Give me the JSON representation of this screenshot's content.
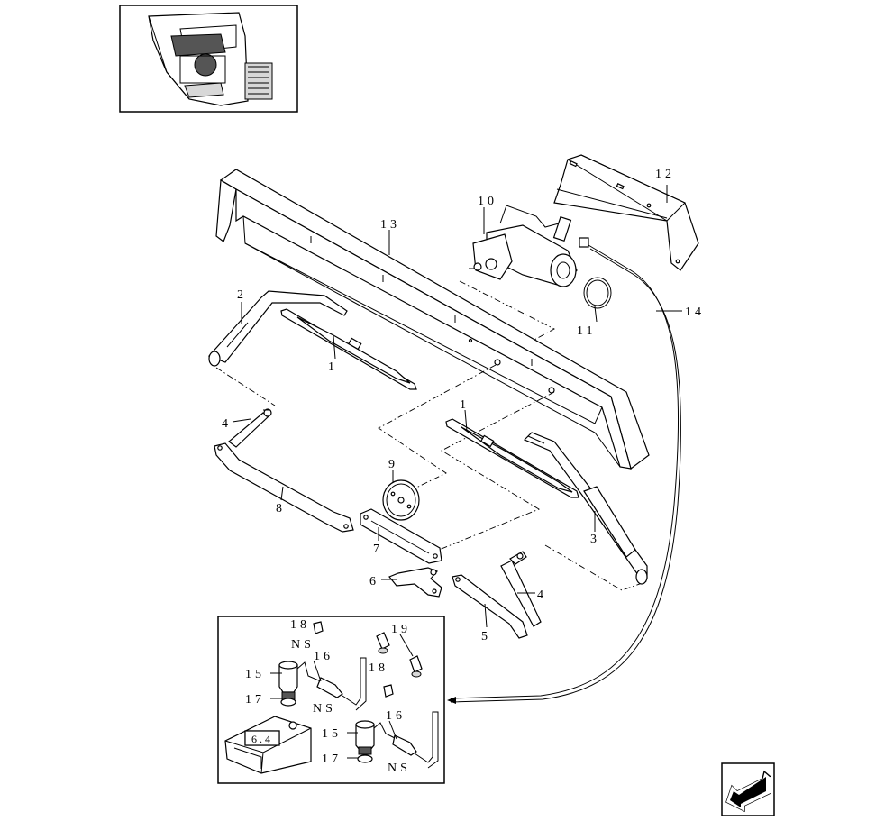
{
  "callouts": {
    "c1a": "1",
    "c1b": "1",
    "c2": "2",
    "c3": "3",
    "c4a": "4",
    "c4b": "4",
    "c5": "5",
    "c6": "6",
    "c7": "7",
    "c8": "8",
    "c9": "9",
    "c10": "10",
    "c11": "11",
    "c12": "12",
    "c13": "13",
    "c14": "14",
    "c15a": "15",
    "c15b": "15",
    "c16a": "16",
    "c16b": "16",
    "c17a": "17",
    "c17b": "17",
    "c18a": "18",
    "c18b": "18",
    "c19": "19",
    "ns1": "NS",
    "ns2": "NS",
    "ns3": "NS"
  },
  "reference": "6.4",
  "icons": {
    "nav": "arrow-back-icon",
    "thumb": "cab-thumbnail"
  }
}
